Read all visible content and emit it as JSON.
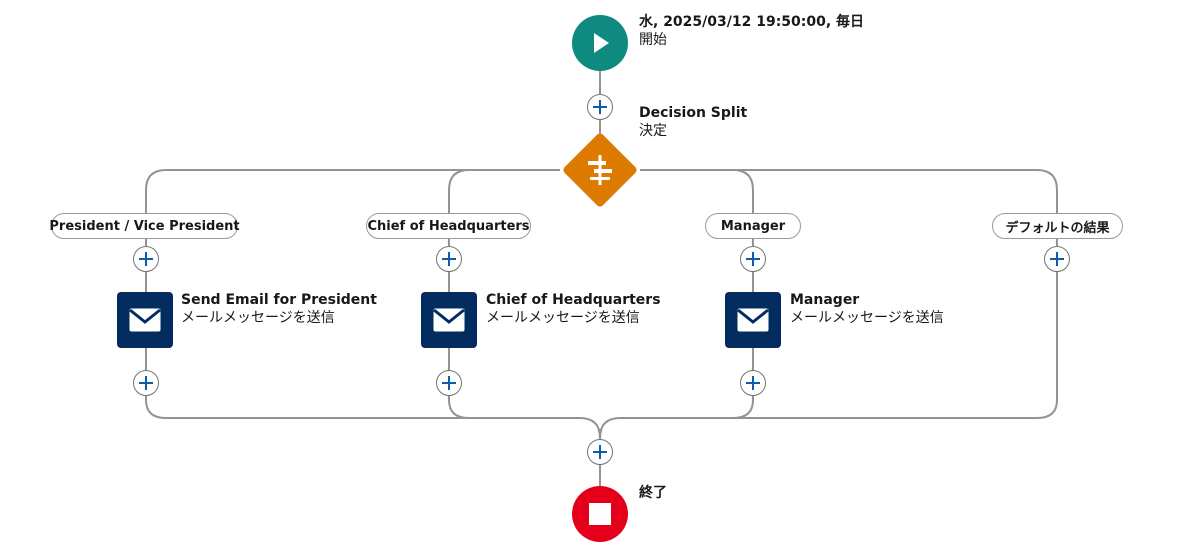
{
  "flow": {
    "start": {
      "title": "水, 2025/03/12 19:50:00, 毎日",
      "subtitle": "開始",
      "icon": "play-icon"
    },
    "decision": {
      "title": "Decision Split",
      "subtitle": "決定",
      "icon": "signpost-icon"
    },
    "branches": [
      {
        "label": "President / Vice President",
        "action": {
          "title": "Send Email for President",
          "subtitle": "メールメッセージを送信",
          "icon": "email-icon"
        }
      },
      {
        "label": "Chief of Headquarters",
        "action": {
          "title": "Chief of Headquarters",
          "subtitle": "メールメッセージを送信",
          "icon": "email-icon"
        }
      },
      {
        "label": "Manager",
        "action": {
          "title": "Manager",
          "subtitle": "メールメッセージを送信",
          "icon": "email-icon"
        }
      },
      {
        "label": "デフォルトの結果"
      }
    ],
    "end": {
      "title": "終了",
      "icon": "stop-icon"
    }
  },
  "colors": {
    "start": "#0e8a80",
    "decision": "#dd7a00",
    "email": "#032d60",
    "end": "#e4001b",
    "connector": "#939393",
    "plus": "#0b5cab"
  }
}
